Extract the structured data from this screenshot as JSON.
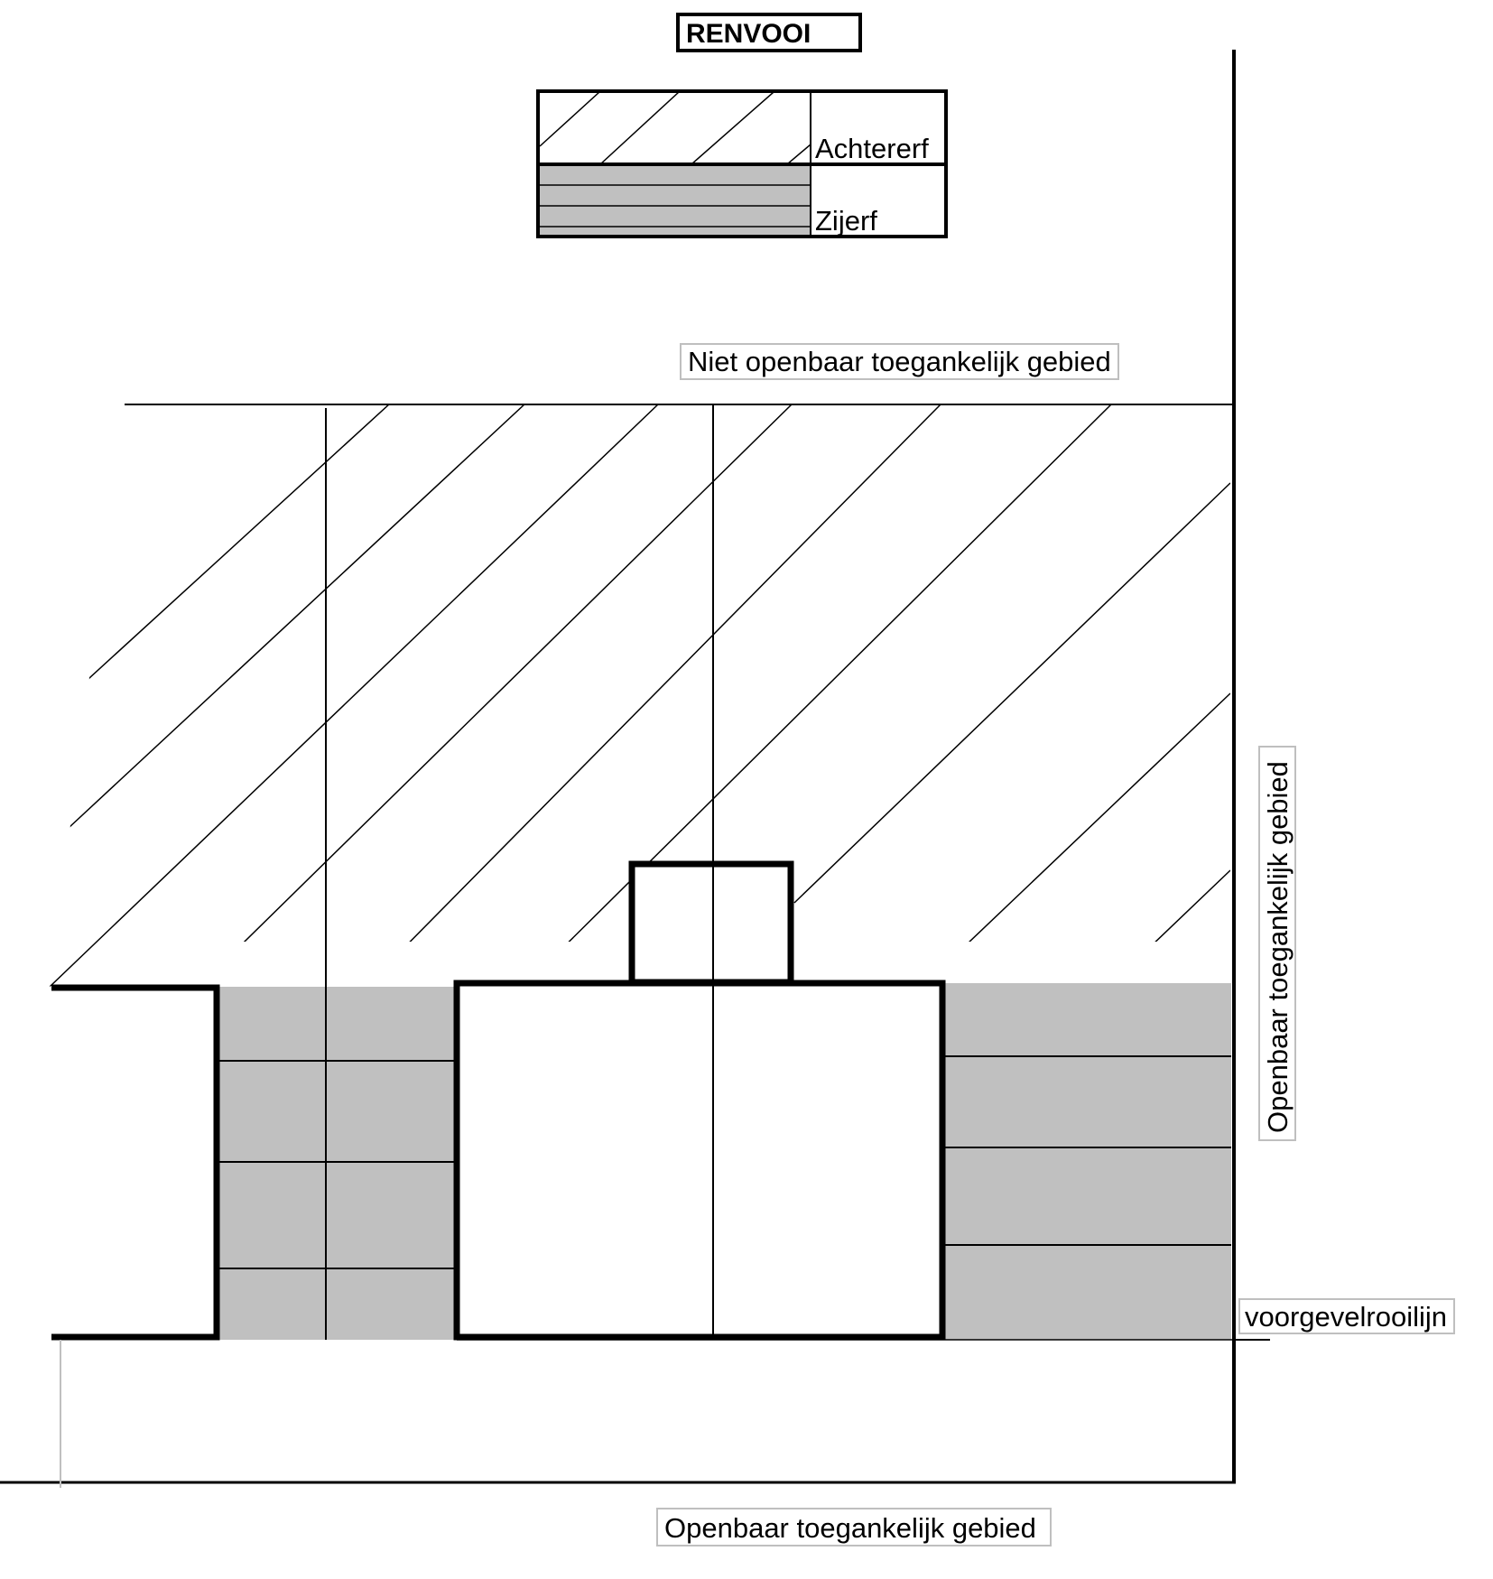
{
  "renvooi": {
    "title": "RENVOOI",
    "items": [
      {
        "label": "Achtererf",
        "pattern": "diagonal-hatch"
      },
      {
        "label": "Zijerf",
        "pattern": "grey-stripes"
      }
    ]
  },
  "labels": {
    "rear": "Niet openbaar toegankelijk gebied",
    "side": "Openbaar toegankelijk gebied",
    "front": "Openbaar toegankelijk gebied",
    "building_line": "voorgevelrooilijn"
  },
  "colors": {
    "zijerf_fill": "#c0c0c0",
    "line": "#000000",
    "label_border": "#bfbfbf",
    "background": "#ffffff"
  }
}
